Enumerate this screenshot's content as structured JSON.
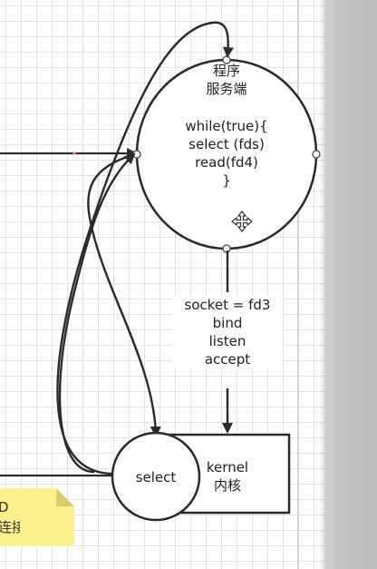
{
  "server_node": {
    "title_line1": "程序",
    "title_line2": "服务端",
    "code": [
      "while(true){",
      "select (fds)",
      "read(fd4)",
      "}"
    ]
  },
  "edge_label": [
    "socket = fd3",
    "bind",
    "listen",
    "accept"
  ],
  "select_node": {
    "label": "select"
  },
  "kernel_node": {
    "label_line1": "kernel",
    "label_line2": "内核"
  },
  "sticky_note": {
    "line1": "D",
    "line2": "连接"
  },
  "colors": {
    "stroke": "#2a2a2a",
    "grid": "#e2e2e2",
    "sticky": "#fbf08c",
    "panel": "#c3c3c3"
  },
  "icons": {
    "move": "move-cursor-icon"
  }
}
